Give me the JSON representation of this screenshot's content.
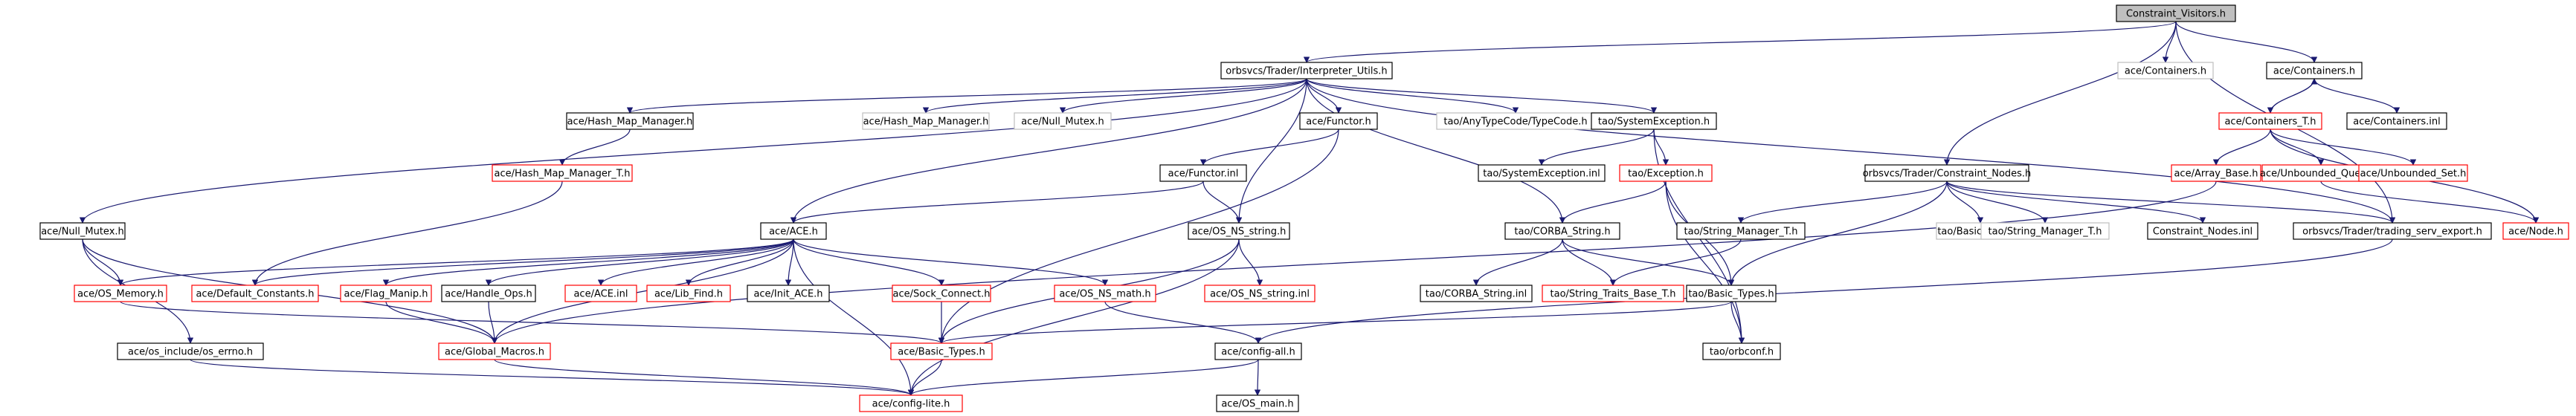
{
  "colors": {
    "edge": "#191970",
    "node_border_default": "#000000",
    "node_border_red": "#ff0000",
    "node_border_gray": "#bfbfbf",
    "root_fill": "#bfbfbf",
    "text": "#000000"
  },
  "nodes": {
    "root": "Constraint_Visitors.h",
    "interp": "orbsvcs/Trader/Interpreter_Utils.h",
    "ace_containers_plain": "ace/Containers.h",
    "ace_containers": "ace/Containers.h",
    "ace_containers_t": "ace/Containers_T.h",
    "ace_containers_inl": "ace/Containers.inl",
    "hash_map_mgr": "ace/Hash_Map_Manager.h",
    "hash_map_mgr_plain": "ace/Hash_Map_Manager.h",
    "null_mutex_plain": "ace/Null_Mutex.h",
    "functor": "ace/Functor.h",
    "typecode": "tao/AnyTypeCode/TypeCode.h",
    "sys_exc": "tao/SystemException.h",
    "hash_map_mgr_t": "ace/Hash_Map_Manager_T.h",
    "functor_inl": "ace/Functor.inl",
    "sys_exc_inl": "tao/SystemException.inl",
    "exception": "tao/Exception.h",
    "constraint_nodes": "orbsvcs/Trader/Constraint_Nodes.h",
    "array_base": "ace/Array_Base.h",
    "unbounded_queue": "ace/Unbounded_Queue.h",
    "unbounded_set": "ace/Unbounded_Set.h",
    "null_mutex": "ace/Null_Mutex.h",
    "ace_h": "ace/ACE.h",
    "os_ns_string": "ace/OS_NS_string.h",
    "corba_string": "tao/CORBA_String.h",
    "string_mgr_t": "tao/String_Manager_T.h",
    "basic_types_plain": "tao/Basic_Types.h",
    "string_mgr_t_plain": "tao/String_Manager_T.h",
    "constraint_nodes_inl": "Constraint_Nodes.inl",
    "trading_export": "orbsvcs/Trader/trading_serv_export.h",
    "node_h": "ace/Node.h",
    "os_memory": "ace/OS_Memory.h",
    "default_constants": "ace/Default_Constants.h",
    "flag_manip": "ace/Flag_Manip.h",
    "handle_ops": "ace/Handle_Ops.h",
    "ace_inl": "ace/ACE.inl",
    "lib_find": "ace/Lib_Find.h",
    "init_ace": "ace/Init_ACE.h",
    "sock_connect": "ace/Sock_Connect.h",
    "os_ns_math": "ace/OS_NS_math.h",
    "os_ns_string_inl": "ace/OS_NS_string.inl",
    "corba_string_inl": "tao/CORBA_String.inl",
    "string_traits_base_t": "tao/String_Traits_Base_T.h",
    "tao_basic_types": "tao/Basic_Types.h",
    "os_errno": "ace/os_include/os_errno.h",
    "global_macros": "ace/Global_Macros.h",
    "ace_basic_types": "ace/Basic_Types.h",
    "config_all": "ace/config-all.h",
    "orbconf": "tao/orbconf.h",
    "config_lite": "ace/config-lite.h",
    "os_main": "ace/OS_main.h"
  }
}
